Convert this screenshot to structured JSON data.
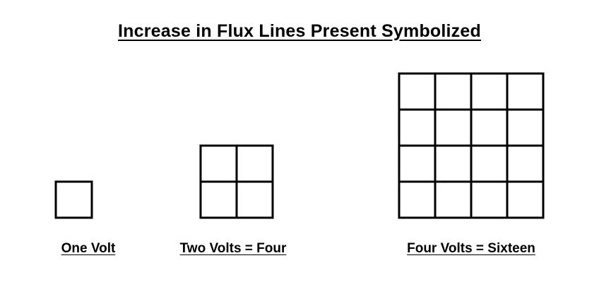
{
  "title": "Increase in Flux Lines Present Symbolized",
  "items": [
    {
      "label": "One Volt",
      "grid_size": 1
    },
    {
      "label": "Two Volts = Four",
      "grid_size": 2
    },
    {
      "label": "Four Volts = Sixteen",
      "grid_size": 4
    }
  ],
  "colors": {
    "line": "#000000",
    "background": "#ffffff"
  }
}
